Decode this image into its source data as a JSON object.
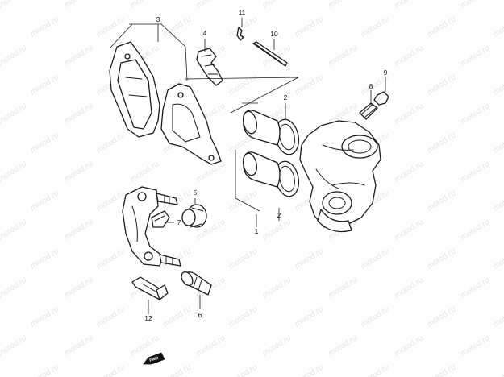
{
  "watermark": {
    "text": "motod.ru"
  },
  "callouts": [
    {
      "id": "c1",
      "label": "1"
    },
    {
      "id": "c2a",
      "label": "2"
    },
    {
      "id": "c2b",
      "label": "2"
    },
    {
      "id": "c3",
      "label": "3"
    },
    {
      "id": "c4",
      "label": "4"
    },
    {
      "id": "c5",
      "label": "5"
    },
    {
      "id": "c6",
      "label": "6"
    },
    {
      "id": "c7",
      "label": "7"
    },
    {
      "id": "c8",
      "label": "8"
    },
    {
      "id": "c9",
      "label": "9"
    },
    {
      "id": "c10",
      "label": "10"
    },
    {
      "id": "c11",
      "label": "11"
    },
    {
      "id": "c12",
      "label": "12"
    }
  ],
  "fwd_marker": {
    "label": "FWD"
  }
}
